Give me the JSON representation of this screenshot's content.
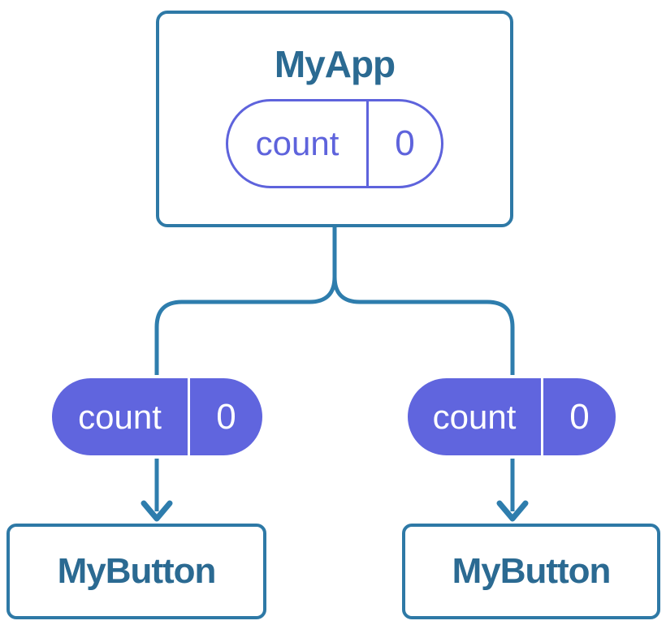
{
  "diagram": {
    "background": "#ffffff",
    "colors": {
      "bg": "#ffffff",
      "line_blue": "#2E7DAD",
      "border_blue": "#2E79A6",
      "text_blue": "#2B6A92",
      "purple": "#5E63DC",
      "purple_fill": "#6065DE",
      "pill_text_light": "#FFFFFF"
    },
    "root": {
      "title": "MyApp",
      "state_pill": {
        "label": "count",
        "value": "0"
      }
    },
    "children": [
      {
        "title": "MyButton",
        "prop_pill": {
          "label": "count",
          "value": "0"
        }
      },
      {
        "title": "MyButton",
        "prop_pill": {
          "label": "count",
          "value": "0"
        }
      }
    ]
  }
}
